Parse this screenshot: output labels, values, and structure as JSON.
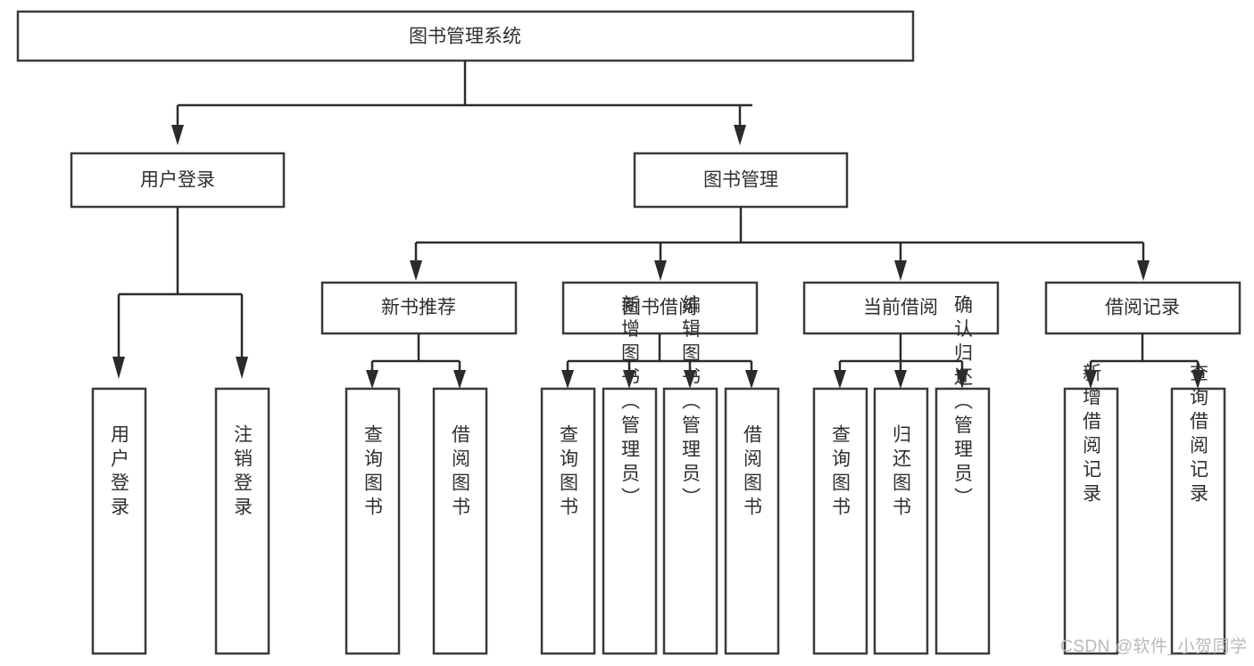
{
  "diagram": {
    "type": "tree-hierarchy-flowchart",
    "title": "图书管理系统",
    "orientation": "top-down",
    "levels": 4,
    "nodes": {
      "root": {
        "label": "图书管理系统"
      },
      "level2": [
        {
          "label": "用户登录"
        },
        {
          "label": "图书管理"
        }
      ],
      "level3": [
        {
          "label": "新书推荐"
        },
        {
          "label": "图书借阅"
        },
        {
          "label": "当前借阅"
        },
        {
          "label": "借阅记录"
        }
      ],
      "leaves_user_login": [
        {
          "label": "用户登录"
        },
        {
          "label": "注销登录"
        }
      ],
      "leaves_new_book": [
        {
          "label": "查询图书"
        },
        {
          "label": "借阅图书"
        }
      ],
      "leaves_borrow": [
        {
          "label": "查询图书"
        },
        {
          "label": "新增图书（管理员）"
        },
        {
          "label": "编辑图书（管理员）"
        },
        {
          "label": "借阅图书"
        }
      ],
      "leaves_current": [
        {
          "label": "查询图书"
        },
        {
          "label": "归还图书"
        },
        {
          "label": "确认归还（管理员）"
        }
      ],
      "leaves_record": [
        {
          "label": "新增借阅记录"
        },
        {
          "label": "查询借阅记录"
        }
      ]
    },
    "colors": {
      "box_fill": "#ffffff",
      "box_stroke": "#3a3a3a",
      "connector": "#2b2b2b",
      "text": "#2f2f2f",
      "background": "#ffffff",
      "watermark": "#b9b9b9"
    }
  },
  "watermark": {
    "text": "CSDN @软件_小贺同学"
  }
}
